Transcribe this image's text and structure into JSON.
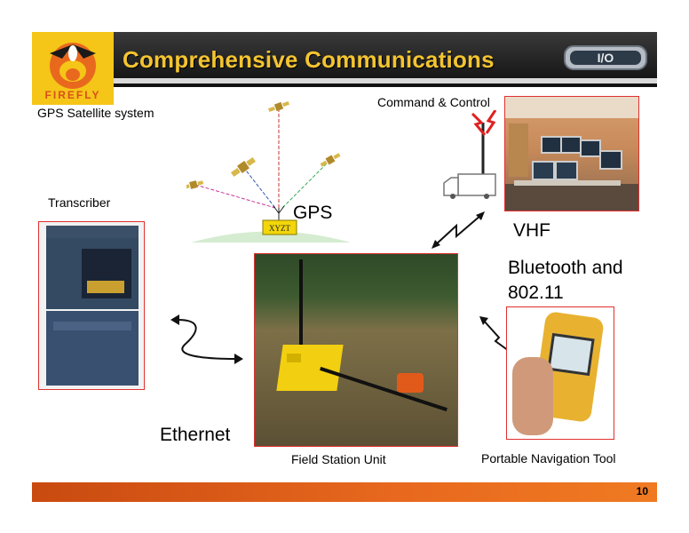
{
  "header": {
    "title": "Comprehensive Communications",
    "logo_text": "FIREFLY",
    "partner_logo_text": "I/O"
  },
  "labels": {
    "gps_satellite_system": "GPS Satellite system",
    "command_control": "Command & Control",
    "transcriber": "Transcriber",
    "gps": "GPS",
    "vhf": "VHF",
    "bluetooth_line1": "Bluetooth and",
    "bluetooth_line2": "802.11",
    "ethernet": "Ethernet",
    "field_station_unit": "Field Station Unit",
    "portable_navigation_tool": "Portable Navigation Tool",
    "gps_receiver_text": "XYZT"
  },
  "footer": {
    "page_number": "10"
  },
  "colors": {
    "title": "#f4c430",
    "accent_orange": "#e8691e",
    "photo_border": "#e03030",
    "logo_yellow": "#f5c518"
  },
  "icons": [
    "firefly-logo-icon",
    "io-logo-icon",
    "satellite-icon",
    "antenna-icon",
    "truck-icon",
    "lightning-icon",
    "wireless-link-icon"
  ]
}
